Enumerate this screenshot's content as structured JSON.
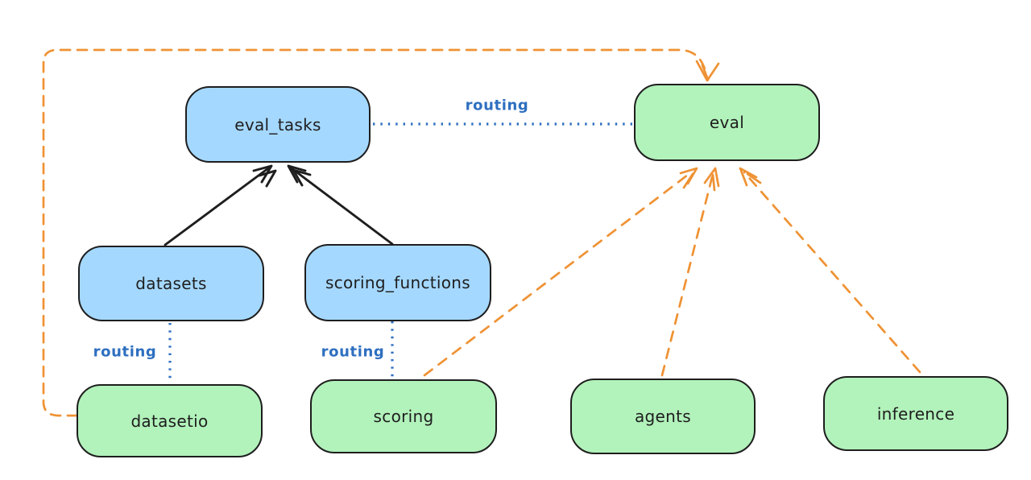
{
  "diagram": {
    "nodes": {
      "eval_tasks": {
        "label": "eval_tasks"
      },
      "eval": {
        "label": "eval"
      },
      "datasets": {
        "label": "datasets"
      },
      "scoring_functions": {
        "label": "scoring_functions"
      },
      "datasetio": {
        "label": "datasetio"
      },
      "scoring": {
        "label": "scoring"
      },
      "agents": {
        "label": "agents"
      },
      "inference": {
        "label": "inference"
      }
    },
    "edge_labels": {
      "eval_tasks_to_eval": "routing",
      "datasets_to_datasetio": "routing",
      "scoring_functions_to_scoring": "routing"
    },
    "edges": [
      "datasets -> eval_tasks (solid black arrow)",
      "scoring_functions -> eval_tasks (solid black arrow)",
      "eval_tasks .. eval (blue dotted, label routing)",
      "datasets .. datasetio (blue dotted, label routing)",
      "scoring_functions .. scoring (blue dotted, label routing)",
      "datasetio -> eval (orange dashed arrow, routed around left and top)",
      "scoring -> eval (orange dashed arrow)",
      "agents -> eval (orange dashed arrow)",
      "inference -> eval (orange dashed arrow)"
    ],
    "colors": {
      "blue_node_fill": "#a5d8ff",
      "green_node_fill": "#b2f2bb",
      "node_stroke": "#1e1e1e",
      "routing_blue": "#2e6fc0",
      "dashed_orange": "#ef9234",
      "background": "#ffffff"
    }
  }
}
